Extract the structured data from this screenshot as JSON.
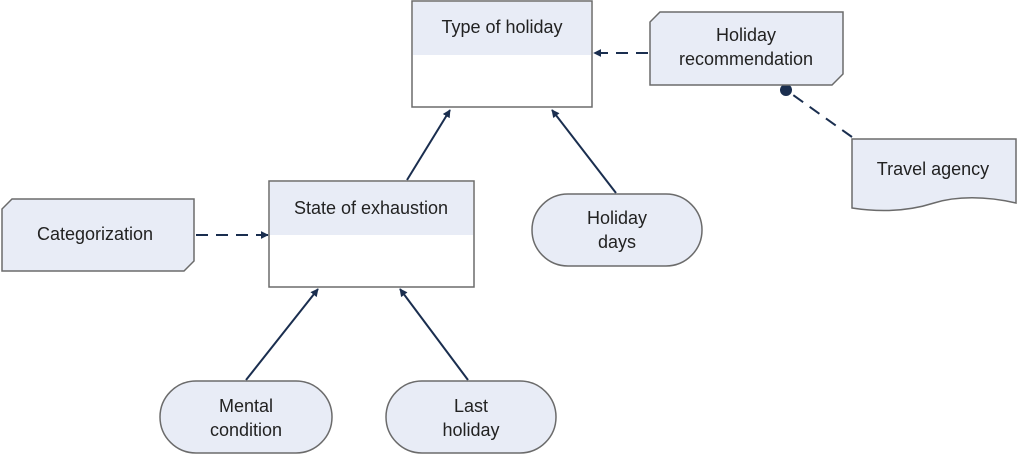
{
  "nodes": {
    "type_of_holiday": {
      "label": "Type of holiday"
    },
    "state_of_exhaustion": {
      "label": "State of exhaustion"
    },
    "holiday_recommendation": {
      "line1": "Holiday",
      "line2": "recommendation"
    },
    "travel_agency": {
      "label": "Travel agency"
    },
    "categorization": {
      "label": "Categorization"
    },
    "holiday_days": {
      "line1": "Holiday",
      "line2": "days"
    },
    "mental_condition": {
      "line1": "Mental",
      "line2": "condition"
    },
    "last_holiday": {
      "line1": "Last",
      "line2": "holiday"
    }
  },
  "colors": {
    "shape_fill": "#e8ecf6",
    "shape_stroke": "#6b6b6b",
    "edge": "#1a2e4f",
    "box_bg": "#ffffff"
  }
}
